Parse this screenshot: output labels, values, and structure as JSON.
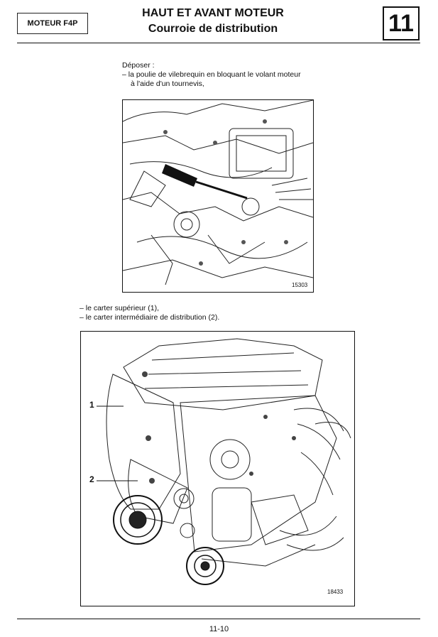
{
  "header": {
    "model": "MOTEUR F4P",
    "title": "HAUT ET AVANT MOTEUR",
    "subtitle": "Courroie de distribution",
    "chapter": "11"
  },
  "step1": {
    "intro": "Déposer :",
    "line1": "–  la poulie de vilebrequin en bloquant le volant moteur",
    "line2": "à l'aide d'un tournevis,"
  },
  "figure1": {
    "number": "15303"
  },
  "step2": {
    "line1": "–  le carter supérieur (1),",
    "line2": "–  le carter intermédiaire de distribution (2)."
  },
  "figure2": {
    "number": "18433",
    "callout1": "1",
    "callout2": "2"
  },
  "footer": {
    "page": "11-10"
  }
}
